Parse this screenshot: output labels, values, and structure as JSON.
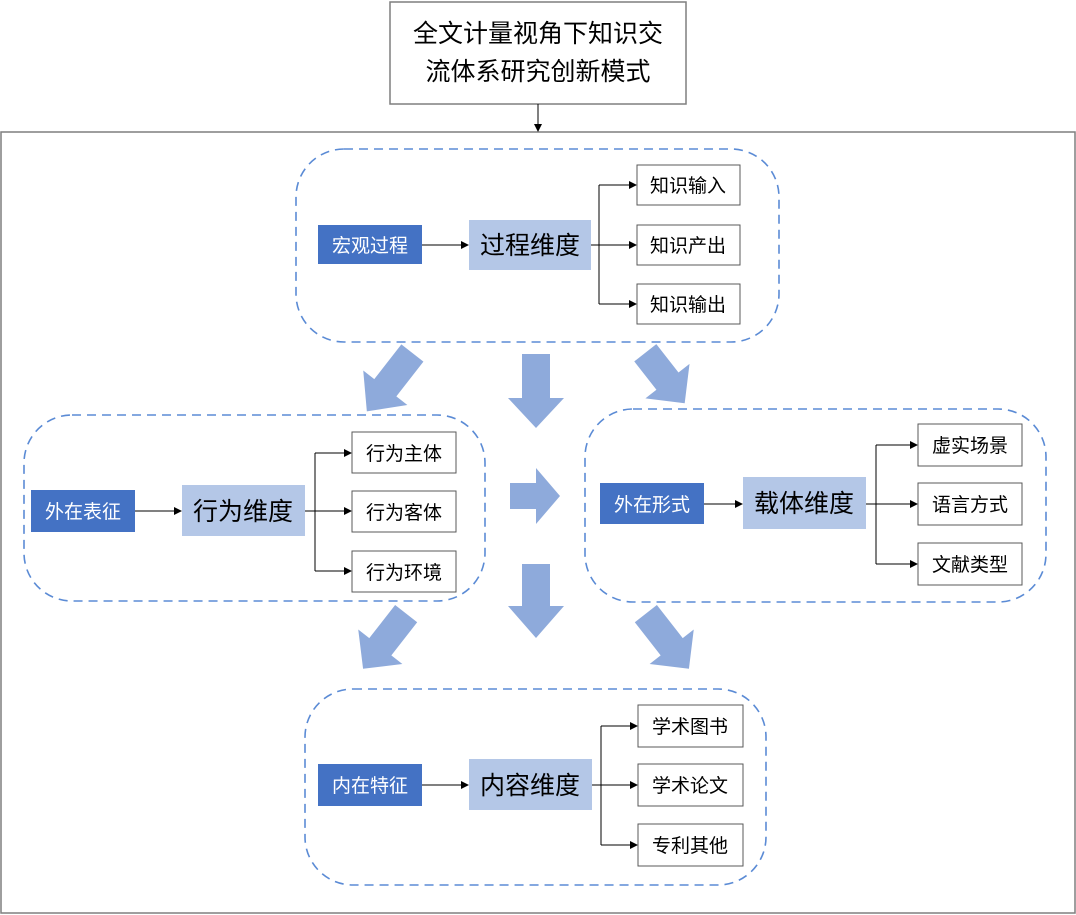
{
  "title": {
    "line1": "全文计量视角下知识交",
    "line2": "流体系研究创新模式"
  },
  "groups": {
    "process": {
      "label": "宏观过程",
      "dimension": "过程维度",
      "items": [
        "知识输入",
        "知识产出",
        "知识输出"
      ]
    },
    "behavior": {
      "label": "外在表征",
      "dimension": "行为维度",
      "items": [
        "行为主体",
        "行为客体",
        "行为环境"
      ]
    },
    "carrier": {
      "label": "外在形式",
      "dimension": "载体维度",
      "items": [
        "虚实场景",
        "语言方式",
        "文献类型"
      ]
    },
    "content": {
      "label": "内在特征",
      "dimension": "内容维度",
      "items": [
        "学术图书",
        "学术论文",
        "专利其他"
      ]
    }
  },
  "colors": {
    "label_fill": "#4472c4",
    "dimension_fill": "#b4c7e7",
    "dash_stroke": "#5b8bd5",
    "arrow_fill": "#8eaadb",
    "line": "#000000",
    "outer_border": "#7f7f7f"
  }
}
